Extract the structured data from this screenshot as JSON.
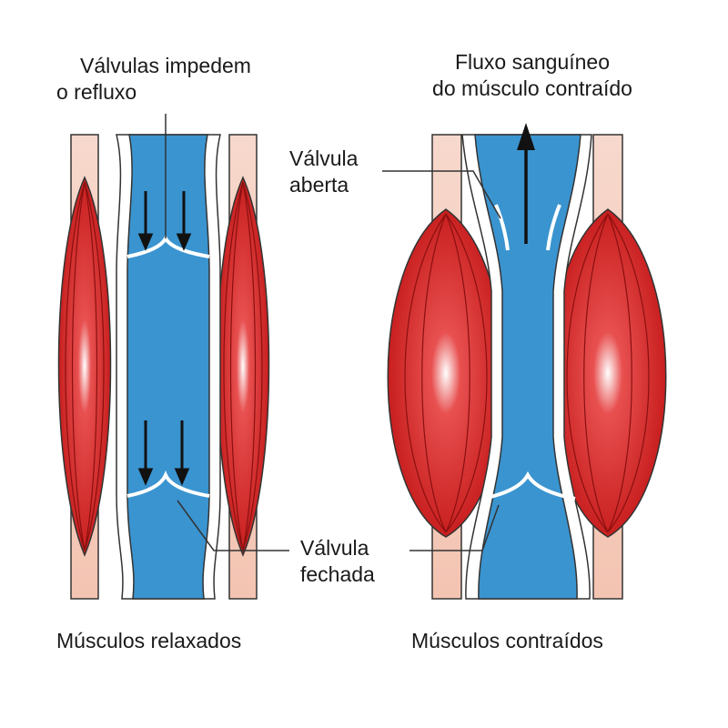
{
  "labels": {
    "valves_prevent_backflow_line1": "Válvulas impedem",
    "valves_prevent_backflow_line2": "o refluxo",
    "blood_flow_line1": "Fluxo sanguíneo",
    "blood_flow_line2": "do músculo contraído",
    "open_valve_line1": "Válvula",
    "open_valve_line2": "aberta",
    "closed_valve_line1": "Válvula",
    "closed_valve_line2": "fechada",
    "relaxed_caption": "Músculos relaxados",
    "contracted_caption": "Músculos contraídos"
  },
  "colors": {
    "muscle": "#d42a2a",
    "muscle_dark": "#a81818",
    "tendon": "#f6d2c4",
    "vein_blood": "#3a94d0",
    "vein_wall": "#ffffff",
    "outline": "#1c2a3a"
  }
}
